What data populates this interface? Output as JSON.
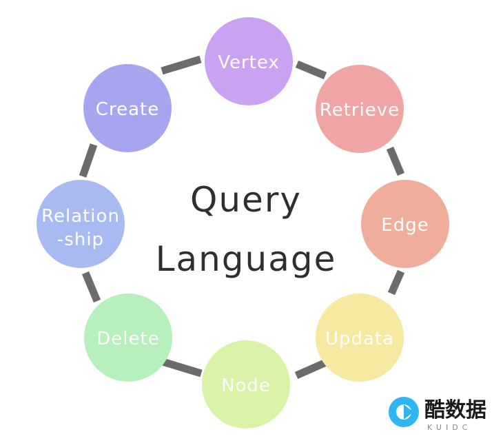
{
  "center": {
    "line1": "Query",
    "line2": "Language"
  },
  "nodes": [
    {
      "id": "vertex",
      "label": "Vertex",
      "color": "#c9a2f2"
    },
    {
      "id": "retrieve",
      "label": "Retrieve",
      "color": "#eea5a3"
    },
    {
      "id": "edge",
      "label": "Edge",
      "color": "#f0ad9c"
    },
    {
      "id": "updata",
      "label": "Updata",
      "color": "#f6eaa0"
    },
    {
      "id": "node",
      "label": "Node",
      "color": "#d9f4a9"
    },
    {
      "id": "delete",
      "label": "Delete",
      "color": "#b6f0bd"
    },
    {
      "id": "relationship",
      "label_line1": "Relation",
      "label_line2": "-ship",
      "color": "#a9baf2"
    },
    {
      "id": "create",
      "label": "Create",
      "color": "#a7a5f0"
    }
  ],
  "ring_color": "#6b6b6b",
  "logo": {
    "text": "酷数据",
    "subtext": "KUIDC",
    "icon_color": "#2fb6f0"
  }
}
